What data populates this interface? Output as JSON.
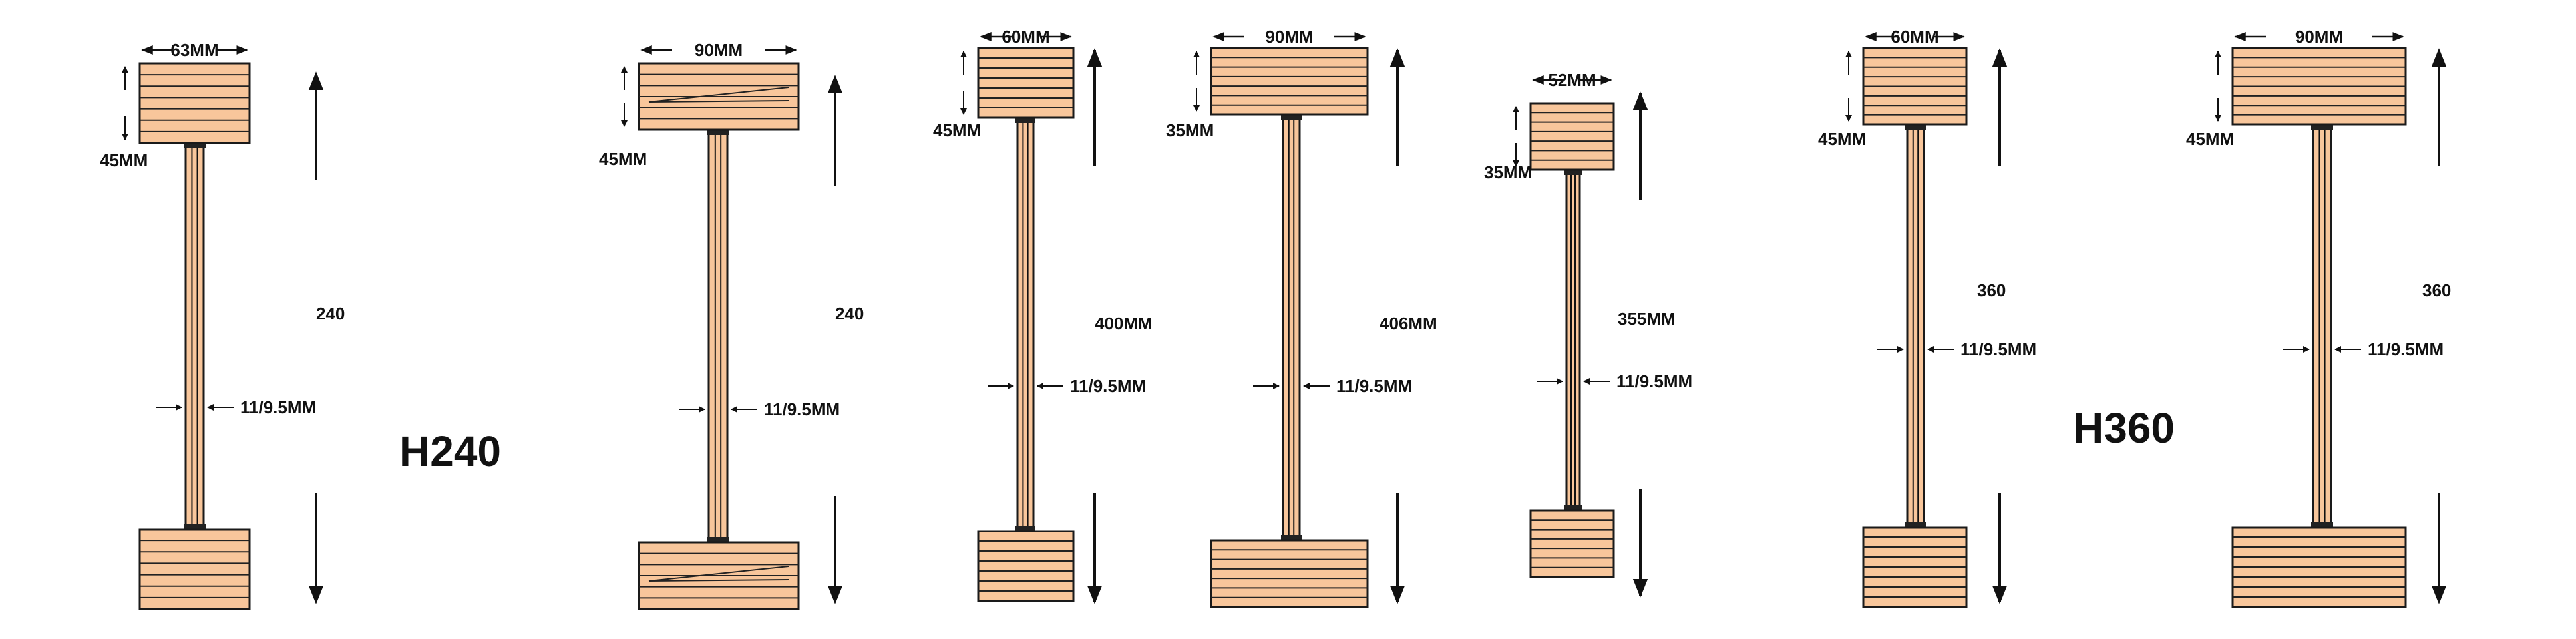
{
  "colors": {
    "wood": "#f8c69b",
    "wood_light": "#f5dcc3",
    "stroke": "#1a1a1a",
    "background": "#ffffff"
  },
  "group_labels": [
    "H240",
    "H360"
  ],
  "beams": [
    {
      "flange_width": "63MM",
      "flange_height": "45MM",
      "length": "240",
      "web": "11/9.5MM",
      "style": "lines"
    },
    {
      "flange_width": "90MM",
      "flange_height": "45MM",
      "length": "240",
      "web": "11/9.5MM",
      "style": "finger"
    },
    {
      "flange_width": "60MM",
      "flange_height": "45MM",
      "length": "400MM",
      "web": "11/9.5MM",
      "style": "lines"
    },
    {
      "flange_width": "90MM",
      "flange_height": "35MM",
      "length": "406MM",
      "web": "11/9.5MM",
      "style": "lines"
    },
    {
      "flange_width": "52MM",
      "flange_height": "35MM",
      "length": "355MM",
      "web": "11/9.5MM",
      "style": "lines"
    },
    {
      "flange_width": "60MM",
      "flange_height": "45MM",
      "length": "360",
      "web": "11/9.5MM",
      "style": "lines"
    },
    {
      "flange_width": "90MM",
      "flange_height": "45MM",
      "length": "360",
      "web": "11/9.5MM",
      "style": "lines"
    }
  ]
}
